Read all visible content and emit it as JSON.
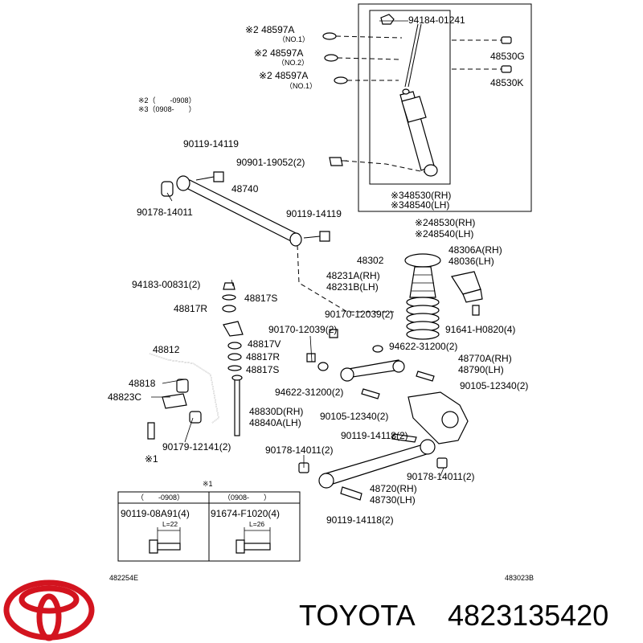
{
  "brand": {
    "name": "TOYOTA",
    "part_number": "4823135420",
    "logo_color": "#d3141f"
  },
  "notes": {
    "note2": "※2（　　-0908）",
    "note3": "※3（0908-　　）",
    "note1_header": "※1"
  },
  "labels": {
    "p48597a_1": "※2 48597A",
    "p48597a_1_sub": "（NO.1）",
    "p48597a_2": "※2 48597A",
    "p48597a_2_sub": "（NO.2）",
    "p48597a_3": "※2 48597A",
    "p48597a_3_sub": "（NO.1）",
    "p94184": "94184-01241",
    "p48530g": "48530G",
    "p48530k": "48530K",
    "p90119_14119_a": "90119-14119",
    "p90901": "90901-19052(2)",
    "p48740": "48740",
    "p90178_14011_a": "90178-14011",
    "p90119_14119_b": "90119-14119",
    "p48530_rh_3": "※348530(RH)",
    "p48540_lh_3": "※348540(LH)",
    "p48530_rh_2": "※248530(RH)",
    "p48540_lh_2": "※248540(LH)",
    "p48302": "48302",
    "p48306a": "48306A(RH)",
    "p48036": "48036(LH)",
    "p48231a": "48231A(RH)",
    "p48231b": "48231B(LH)",
    "p94183": "94183-00831(2)",
    "p48817s_a": "48817S",
    "p48817r_a": "48817R",
    "p90170_a": "90170-12039(2)",
    "p91641": "91641-H0820(4)",
    "p90170_b": "90170-12039(2)",
    "p48817v": "48817V",
    "p48817r_b": "48817R",
    "p48817s_b": "48817S",
    "p94622_a": "94622-31200(2)",
    "p48812": "48812",
    "p48770a": "48770A(RH)",
    "p48790": "48790(LH)",
    "p48818": "48818",
    "p48823c": "48823C",
    "p94622_b": "94622-31200(2)",
    "p90105_a": "90105-12340(2)",
    "p48830d": "48830D(RH)",
    "p48840a": "48840A(LH)",
    "p90105_b": "90105-12340(2)",
    "p90179": "90179-12141(2)",
    "p90119_14118_a": "90119-14118(2)",
    "p90178_14011_b": "90178-14011(2)",
    "p90178_14011_c": "90178-14011(2)",
    "p48720": "48720(RH)",
    "p48730": "48730(LH)",
    "p90119_14118_b": "90119-14118(2)",
    "p_note1_small": "※1"
  },
  "inset": {
    "col1_header": "（　　-0908）",
    "col2_header": "（0908-　　）",
    "col1_part": "90119-08A91(4)",
    "col2_part": "91674-F1020(4)",
    "col1_len": "L=22",
    "col2_len": "L=26"
  },
  "refs": {
    "left": "482254E",
    "right": "483023B"
  }
}
